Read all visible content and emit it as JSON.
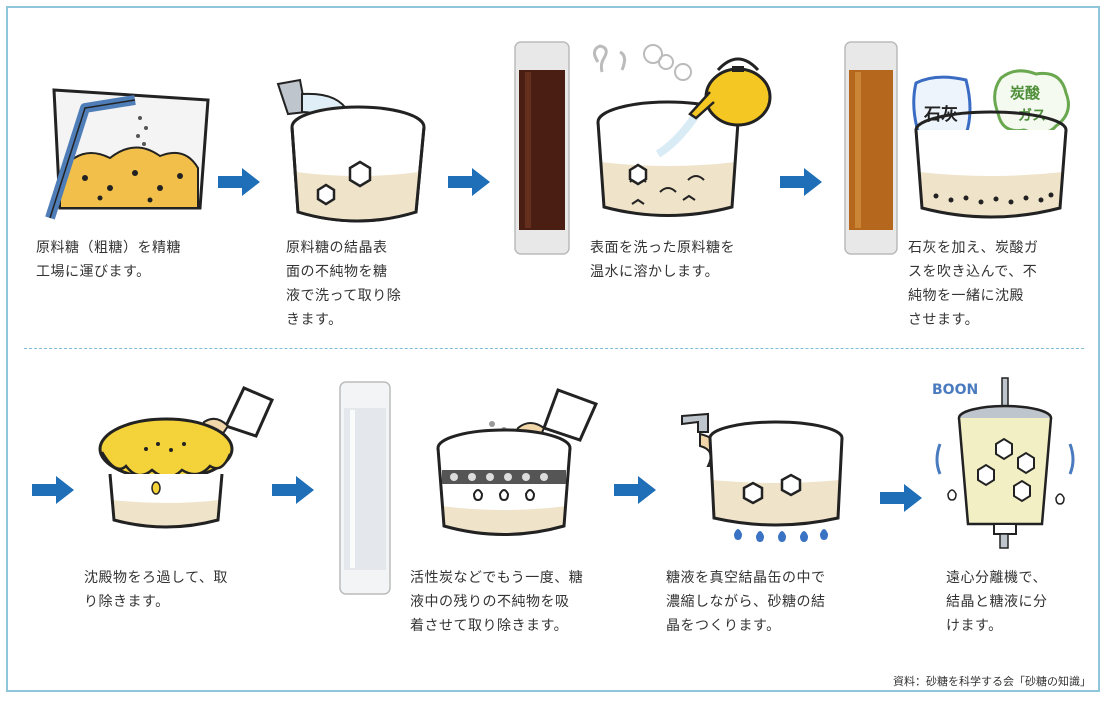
{
  "steps": [
    {
      "caption": "原料糖（粗糖）を精糖\n工場に運びます。"
    },
    {
      "caption": "原料糖の結晶表\n面の不純物を糖\n液で洗って取り除\nきます。"
    },
    {
      "caption": "表面を洗った原料糖を\n温水に溶かします。"
    },
    {
      "caption": "石灰を加え、炭酸ガ\nスを吹き込んで、不\n純物を一緒に沈殿\nさせます。"
    },
    {
      "caption": "沈殿物をろ過して、取\nり除きます。"
    },
    {
      "caption": "活性炭などでもう一度、糖\n液中の残りの不純物を吸\n着させて取り除きます。"
    },
    {
      "caption": "糖液を真空結晶缶の中で\n濃縮しながら、砂糖の結\n晶をつくります。"
    },
    {
      "caption": "遠心分離機で、\n結晶と糖液に分\nけます。"
    }
  ],
  "labels": {
    "lime": "石灰",
    "co2_line1": "炭酸",
    "co2_line2": "ガス",
    "boon": "BOON"
  },
  "source": "資料：砂糖を科学する会「砂糖の知識」",
  "colors": {
    "border": "#8fc6dc",
    "arrow": "#1f6fb8",
    "sugar": "#f2c04a",
    "syrup_light": "#efe3c9",
    "tube_dark": "#4a1e12",
    "tube_amber": "#b5671d"
  }
}
